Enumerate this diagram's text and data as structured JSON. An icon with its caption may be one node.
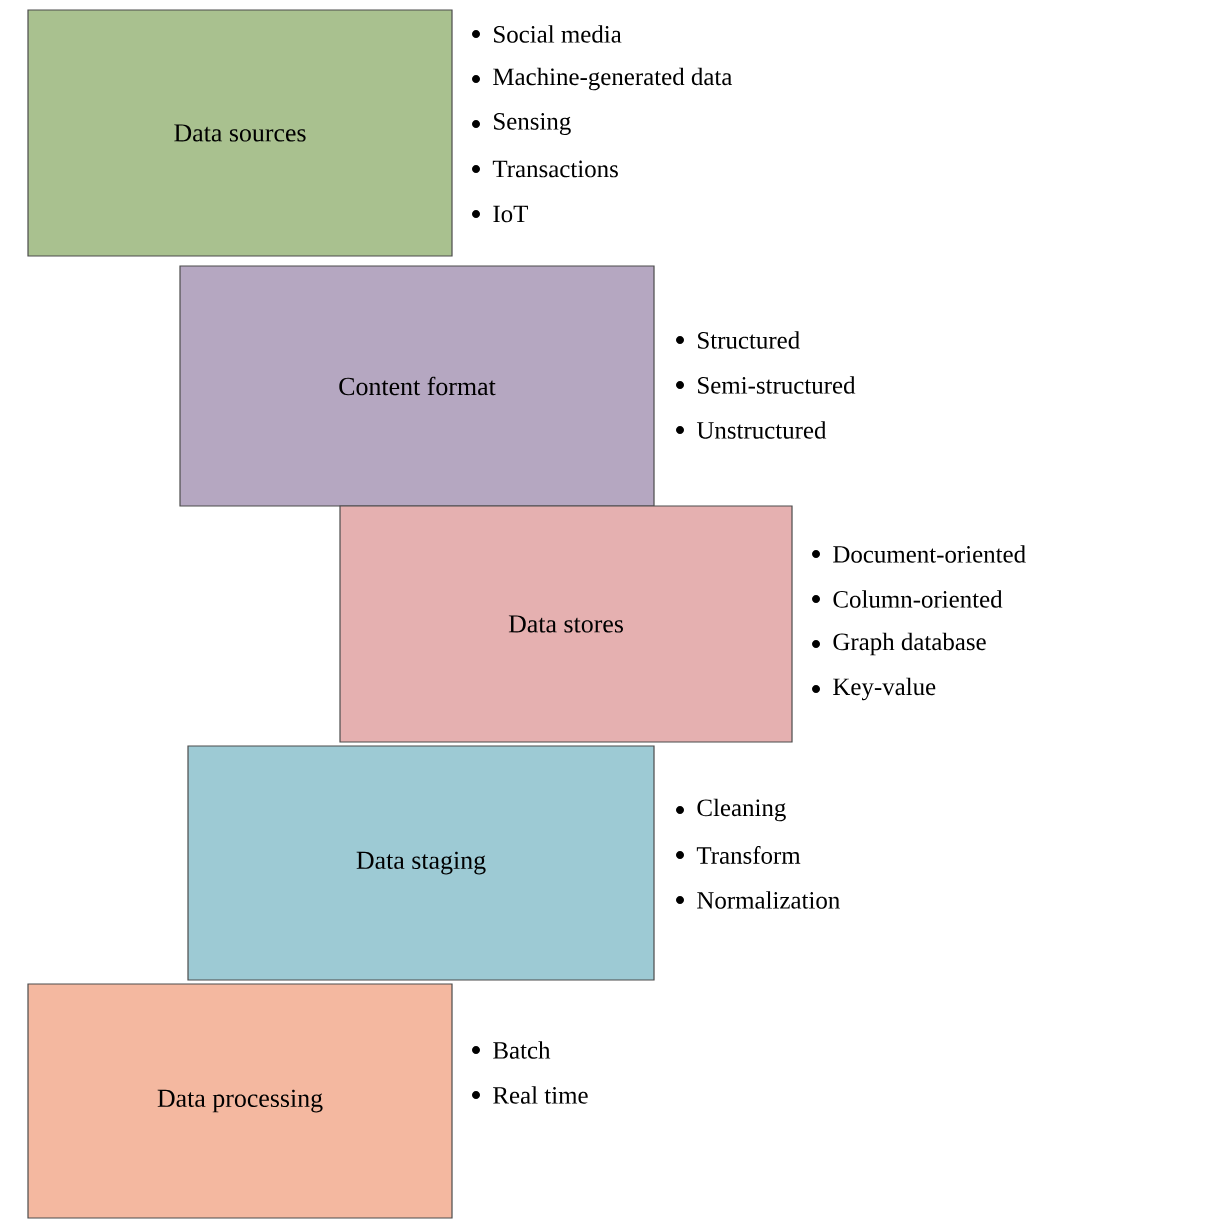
{
  "diagram": {
    "nodes": [
      {
        "text": [
          "Data sources"
        ],
        "beside": [
          "Social media",
          "Machine-generated data",
          "Sensing",
          "Transactions",
          "IoT"
        ]
      },
      {
        "text": [
          "Content format"
        ],
        "beside": [
          "Structured",
          "Semi-structured",
          "Unstructured"
        ]
      },
      {
        "text": [
          "Data stores"
        ],
        "beside": [
          "Document-oriented",
          "Column-oriented",
          "Graph database",
          "Key-value"
        ]
      },
      {
        "text": [
          "Data staging"
        ],
        "beside": [
          "Cleaning",
          "Transform",
          "Normalization"
        ]
      },
      {
        "text": [
          "Data processing"
        ],
        "beside": [
          "Batch",
          "Real time"
        ]
      }
    ]
  }
}
